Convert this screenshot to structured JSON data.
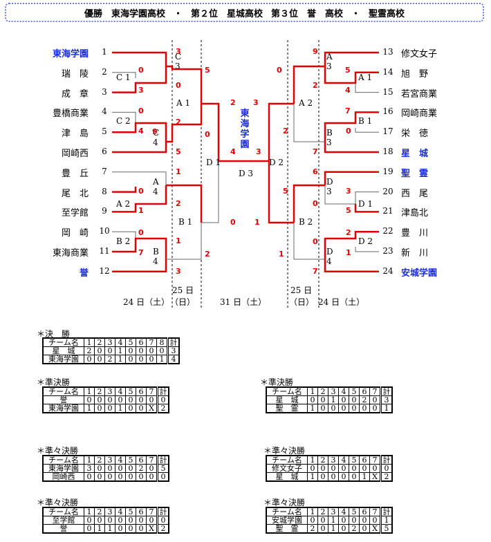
{
  "banner": {
    "champion": "優勝　東海学園高校",
    "sep1": "・",
    "second": "第２位　星城高校",
    "third": "第３位　誉　高校",
    "sep2": "・",
    "third2": "聖霊高校"
  },
  "champion_vertical": "東海学園",
  "left_teams": [
    {
      "name": "東海学園",
      "seed": "1",
      "hl": true
    },
    {
      "name": "瑞　陵",
      "seed": "2",
      "hl": false
    },
    {
      "name": "成　章",
      "seed": "3",
      "hl": false
    },
    {
      "name": "豊橋商業",
      "seed": "4",
      "hl": false
    },
    {
      "name": "津　島",
      "seed": "5",
      "hl": false
    },
    {
      "name": "岡崎西",
      "seed": "6",
      "hl": false
    },
    {
      "name": "豊　丘",
      "seed": "7",
      "hl": false
    },
    {
      "name": "尾　北",
      "seed": "8",
      "hl": false
    },
    {
      "name": "至学館",
      "seed": "9",
      "hl": false
    },
    {
      "name": "岡　崎",
      "seed": "10",
      "hl": false
    },
    {
      "name": "東海商業",
      "seed": "11",
      "hl": false
    },
    {
      "name": "誉",
      "seed": "12",
      "hl": true
    }
  ],
  "right_teams": [
    {
      "name": "修文女子",
      "seed": "13",
      "hl": false
    },
    {
      "name": "旭　野",
      "seed": "14",
      "hl": false
    },
    {
      "name": "若宮商業",
      "seed": "15",
      "hl": false
    },
    {
      "name": "岡崎商業",
      "seed": "16",
      "hl": false
    },
    {
      "name": "栄　徳",
      "seed": "17",
      "hl": false
    },
    {
      "name": "星　城",
      "seed": "18",
      "hl": true
    },
    {
      "name": "聖　霊",
      "seed": "19",
      "hl": true
    },
    {
      "name": "西　尾",
      "seed": "20",
      "hl": false
    },
    {
      "name": "津島北",
      "seed": "21",
      "hl": false
    },
    {
      "name": "豊　川",
      "seed": "22",
      "hl": false
    },
    {
      "name": "新　川",
      "seed": "23",
      "hl": false
    },
    {
      "name": "安城学園",
      "seed": "24",
      "hl": true
    }
  ],
  "games": {
    "C1": "C 1",
    "C2": "C 2",
    "C3": "C\n3",
    "C4": "C\n4",
    "A1": "A 1",
    "A2": "A 2",
    "A4": "A\n4",
    "B1": "B 1",
    "B2": "B 2",
    "B4": "B\n4",
    "D1": "D 1",
    "D3": "D 3",
    "rA1": "A 1",
    "rA2": "A 2",
    "rA3": "A\n3",
    "rB1": "B 1",
    "rB2": "B 2",
    "rB3": "B\n3",
    "rD1": "D 1",
    "rD2": "D 2",
    "rD3": "D\n3",
    "rD4": "D\n4",
    "rD2b": "D 2"
  },
  "scores": {
    "g1": "3",
    "g2": "0",
    "g3": "3",
    "g4": "0",
    "g5": "4",
    "g6": "9",
    "g7": "2",
    "g8": "5",
    "g9": "1",
    "g10": "0",
    "g11": "1",
    "g12": "2",
    "g13": "0",
    "g14": "7",
    "g15": "1",
    "g16": "3",
    "g17": "5",
    "g18": "0",
    "g19": "0",
    "g20": "2",
    "g21": "2",
    "g22": "4",
    "g23": "0",
    "g24": "3",
    "g25": "3",
    "r1": "9",
    "r2": "5",
    "r3": "4",
    "r4": "2",
    "r5": "0",
    "r6": "7",
    "r7": "0",
    "r8": "7",
    "r9": "2",
    "r10": "6",
    "r11": "3",
    "r12": "5",
    "r13": "0",
    "r14": "2",
    "r15": "1",
    "r16": "0",
    "r17": "5",
    "r18": "7",
    "r19": "1",
    "r20": "1"
  },
  "dates": {
    "d25_left": "25 日",
    "sun_left": "（日）",
    "sat_left": "24 日（土）",
    "d31": "31 日（土）",
    "d25_right": "25 日",
    "sun_right": "（日）",
    "sat_right": "24 日（土）"
  },
  "sections": {
    "final": "＊決　勝",
    "semi1": "＊準決勝",
    "semi2": "＊準決勝",
    "qf1": "＊準々決勝",
    "qf2": "＊準々決勝",
    "qf3": "＊準々決勝",
    "qf4": "＊準々決勝"
  },
  "tables": {
    "final": {
      "header": [
        "チーム名",
        "1",
        "2",
        "3",
        "4",
        "5",
        "6",
        "7",
        "8",
        "計"
      ],
      "rows": [
        [
          "星　城",
          "2",
          "0",
          "0",
          "1",
          "0",
          "0",
          "0",
          "0",
          "3"
        ],
        [
          "東海学園",
          "0",
          "0",
          "2",
          "1",
          "0",
          "0",
          "0",
          "1",
          "4"
        ]
      ]
    },
    "semi1": {
      "header": [
        "チーム名",
        "1",
        "2",
        "3",
        "4",
        "5",
        "6",
        "7",
        "計"
      ],
      "rows": [
        [
          "誉",
          "0",
          "0",
          "0",
          "0",
          "0",
          "0",
          "0",
          "0"
        ],
        [
          "東海学園",
          "1",
          "0",
          "0",
          "1",
          "0",
          "0",
          "X",
          "2"
        ]
      ]
    },
    "semi2": {
      "header": [
        "チーム名",
        "1",
        "2",
        "3",
        "4",
        "5",
        "6",
        "7",
        "計"
      ],
      "rows": [
        [
          "星　城",
          "0",
          "0",
          "1",
          "0",
          "0",
          "2",
          "0",
          "3"
        ],
        [
          "聖　霊",
          "1",
          "0",
          "0",
          "0",
          "0",
          "0",
          "0",
          "1"
        ]
      ]
    },
    "qf1": {
      "header": [
        "チーム名",
        "1",
        "2",
        "3",
        "4",
        "5",
        "6",
        "7",
        "計"
      ],
      "rows": [
        [
          "東海学園",
          "3",
          "0",
          "0",
          "0",
          "0",
          "2",
          "0",
          "5"
        ],
        [
          "岡崎西",
          "0",
          "0",
          "0",
          "0",
          "0",
          "0",
          "0",
          "0"
        ]
      ]
    },
    "qf2": {
      "header": [
        "チーム名",
        "1",
        "2",
        "3",
        "4",
        "5",
        "6",
        "7",
        "計"
      ],
      "rows": [
        [
          "修文女子",
          "0",
          "0",
          "0",
          "0",
          "0",
          "0",
          "0",
          "0"
        ],
        [
          "星　城",
          "1",
          "0",
          "0",
          "0",
          "0",
          "1",
          "X",
          "2"
        ]
      ]
    },
    "qf3": {
      "header": [
        "チーム名",
        "1",
        "2",
        "3",
        "4",
        "5",
        "6",
        "7",
        "計"
      ],
      "rows": [
        [
          "至学館",
          "0",
          "0",
          "0",
          "0",
          "0",
          "0",
          "0",
          "0"
        ],
        [
          "誉",
          "0",
          "1",
          "1",
          "0",
          "0",
          "0",
          "X",
          "2"
        ]
      ]
    },
    "qf4": {
      "header": [
        "チーム名",
        "1",
        "2",
        "3",
        "4",
        "5",
        "6",
        "7",
        "計"
      ],
      "rows": [
        [
          "安城学園",
          "0",
          "0",
          "1",
          "0",
          "0",
          "0",
          "0",
          "1"
        ],
        [
          "聖　霊",
          "2",
          "0",
          "1",
          "0",
          "2",
          "0",
          "X",
          "5"
        ]
      ]
    }
  },
  "colors": {
    "win": "#e00000",
    "line": "#666666",
    "highlight": "#1c2fd0"
  }
}
